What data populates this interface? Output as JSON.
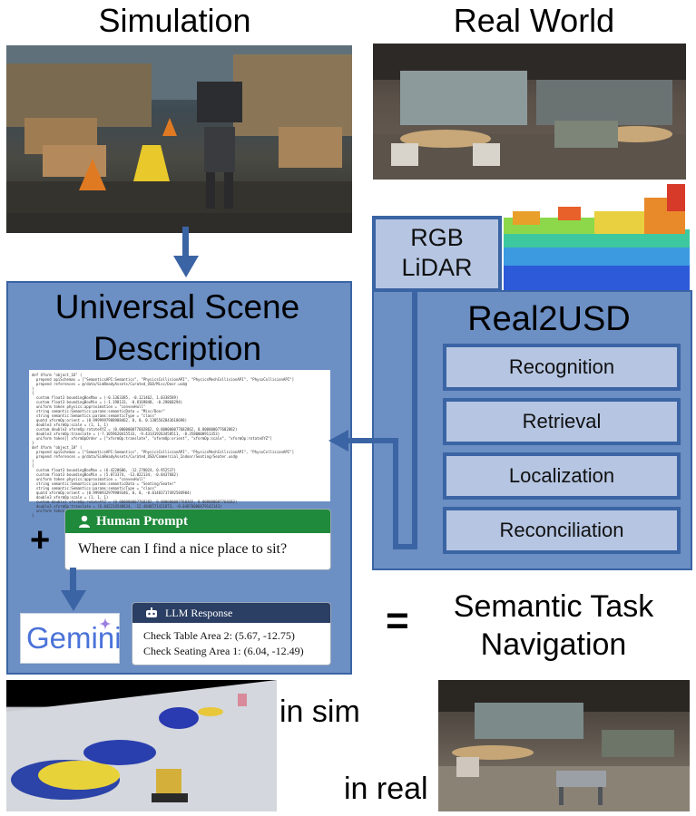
{
  "titles": {
    "simulation": "Simulation",
    "real_world": "Real World",
    "usd_line1": "Universal Scene",
    "usd_line2": "Description",
    "real2usd": "Real2USD",
    "rgb": "RGB",
    "lidar": "LiDAR",
    "equals": "=",
    "semantic_line1": "Semantic Task",
    "semantic_line2": "Navigation",
    "in_sim": "in sim",
    "in_real": "in real",
    "plus": "+"
  },
  "pipeline": [
    "Recognition",
    "Retrieval",
    "Localization",
    "Reconciliation"
  ],
  "prompt": {
    "header": "Human Prompt",
    "text": "Where can I find a nice place to sit?"
  },
  "llm": {
    "header": "LLM Response",
    "line1": "Check Table Area 2: (5.67, -12.75)",
    "line2": "Check Seating Area 1: (6.04, -12.49)"
  },
  "gemini": "Gemini",
  "code_lines": [
    "def Xform \"object_16\" (",
    "  prepend apiSchemas = [\"SemanticsAPI:Semantics\", \"PhysicsCollisionAPI\", \"PhysicsMeshCollisionAPI\", \"PhysxCollisionAPI\"]",
    "  prepend references = @/data/SimReadyAssets/Curated_USD/Misc/Door.usd@",
    ")",
    "{",
    "  custom float3 boundingBoxMax = (-0.1363385, -0.121462, 1.0338589)",
    "  custom float3 boundingBoxMin = (-1.198133, -0.8169848, -0.29868294)",
    "  uniform token physics:approximation = \"convexHull\"",
    "  string semantic:Semantics:params:semanticData = \"Misc/Door\"",
    "  string semantic:Semantics:params:semanticType = \"class\"",
    "  quatd xformOp:orient = (0.9999997988988462, 0, 0, 0.1385562843618698)",
    "  double3 xformOp:scale = (1, 1, 1)",
    "  custom double3 xformOp:rotateXYZ = (0.000000077682862, 0.000000077682862, 0.000000077682862)",
    "  double3 xformOp:translate = (-7.1059620415533, -9.431419263458511, -0.3580008911353)",
    "  uniform token[] xformOpOrder = [\"xformOp:translate\", \"xformOp:orient\", \"xformOp:scale\", \"xformOp:rotateXYZ\"]",
    "}",
    "def Xform \"object_18\" (",
    "  prepend apiSchemas = [\"SemanticsAPI:Semantics\", \"PhysicsCollisionAPI\", \"PhysicsMeshCollisionAPI\", \"PhysxCollisionAPI\"]",
    "  prepend references = @/data/SimReadyAssets/Curated_USD/Commercial_Indoor/Seating/Seater.usd@",
    ")",
    "{",
    "  custom float3 boundingBoxMax = (6.4220606, -12.278024, 0.952537)",
    "  custom float3 boundingBoxMin = (5.873374, -13.022134, -0.0437682)",
    "  uniform token physics:approximation = \"convexHull\"",
    "  string semantic:Semantics:params:semanticData = \"Seating/Seater\"",
    "  string semantic:Semantics:params:semanticType = \"class\"",
    "  quatd xformOp:orient = (0.9998932979909346, 0, 0, -0.01483717492584904)",
    "  double3 xformOp:scale = (1, 1, 1)",
    "  custom double3 xformOp:rotateXYZ = (0.000000007768282, 0.000000007768282, 0.000000007768282)",
    "  double3 xformOp:translate = (6.042214548634, -12.4848571421873, -0.04870006879142143)",
    "  uniform token[] xformOpOrder = [\"xformOp:translate\", \"xformOp:orient\", \"xformOp:scale\", \"xformOp:rotateXYZ\"]",
    "}"
  ]
}
